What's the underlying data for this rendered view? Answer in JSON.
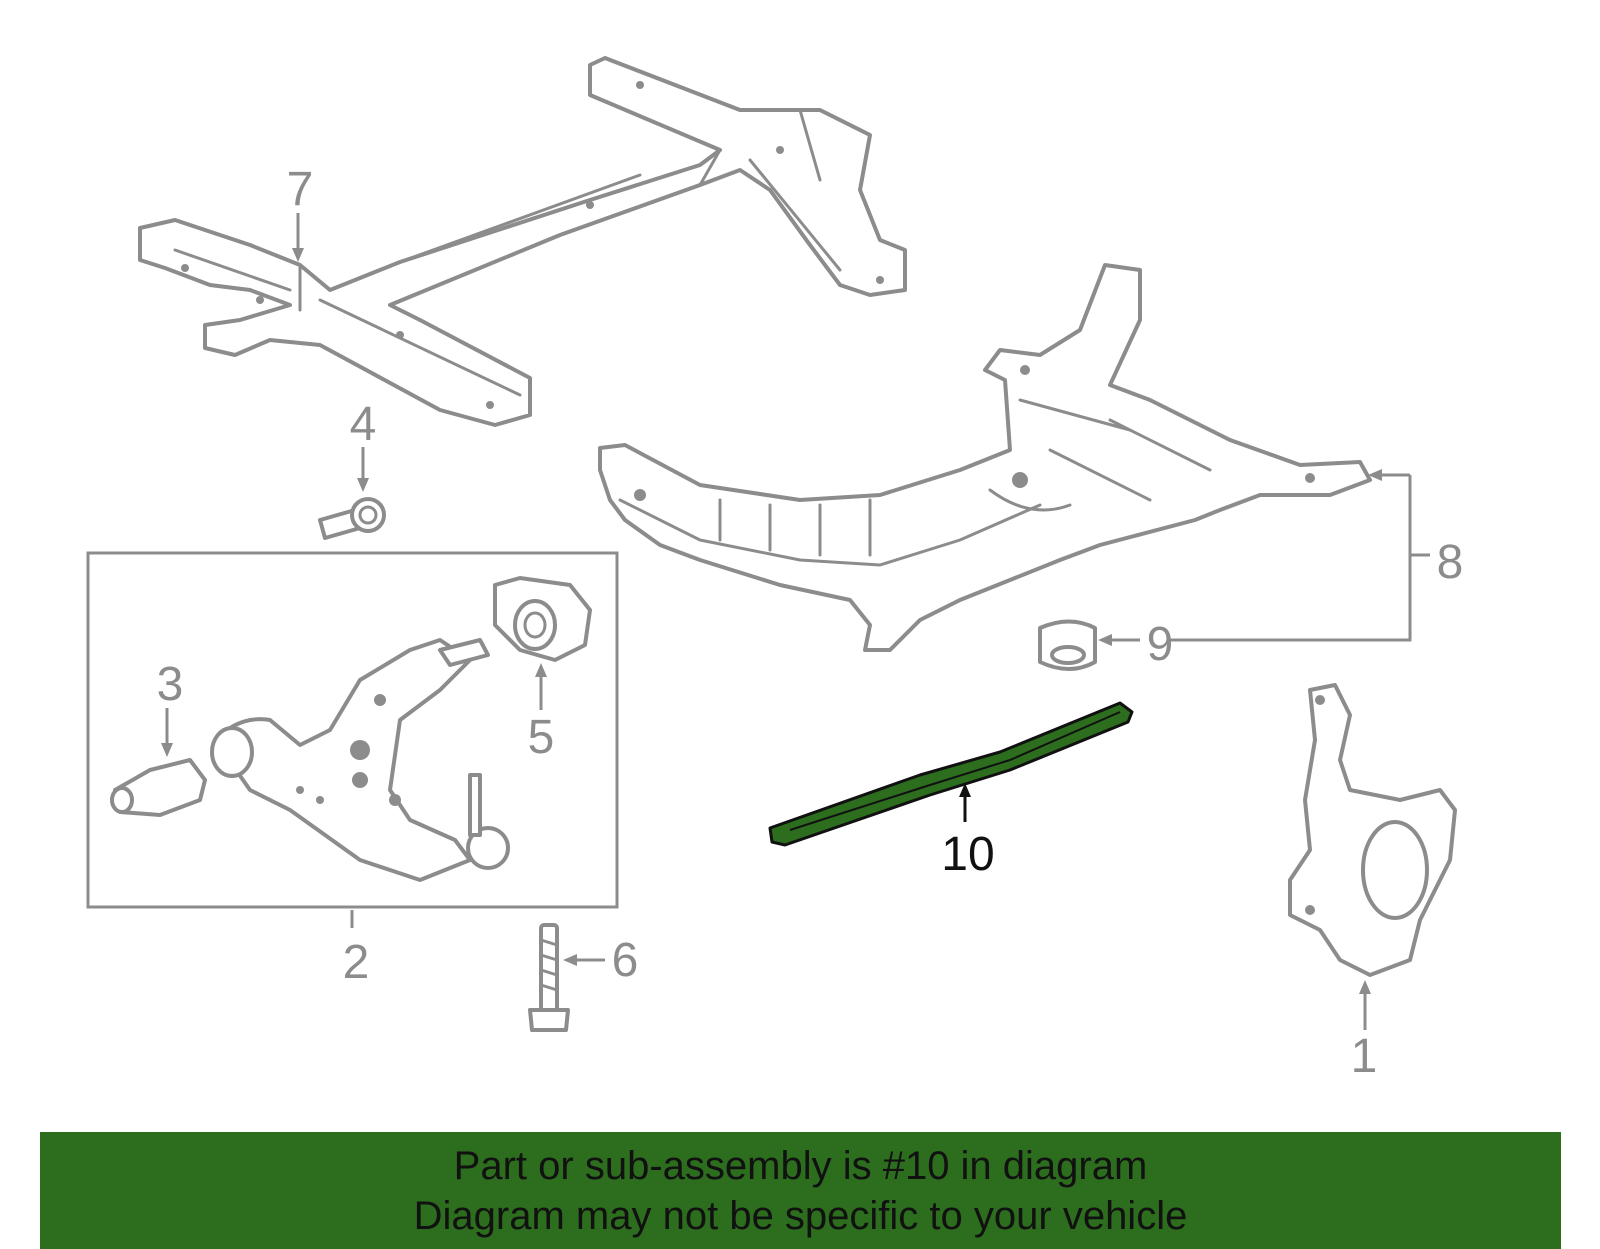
{
  "diagram": {
    "callouts": [
      {
        "id": "1",
        "label": "1"
      },
      {
        "id": "2",
        "label": "2"
      },
      {
        "id": "3",
        "label": "3"
      },
      {
        "id": "4",
        "label": "4"
      },
      {
        "id": "5",
        "label": "5"
      },
      {
        "id": "6",
        "label": "6"
      },
      {
        "id": "7",
        "label": "7"
      },
      {
        "id": "8",
        "label": "8"
      },
      {
        "id": "9",
        "label": "9"
      },
      {
        "id": "10",
        "label": "10"
      }
    ],
    "highlighted_part": "10",
    "highlight_color": "#2c6e1e",
    "line_color": "#8c8c8c"
  },
  "banner": {
    "line1": "Part or sub-assembly is #10 in diagram",
    "line2": "Diagram may not be specific to your vehicle",
    "background": "#2c6e1e"
  }
}
